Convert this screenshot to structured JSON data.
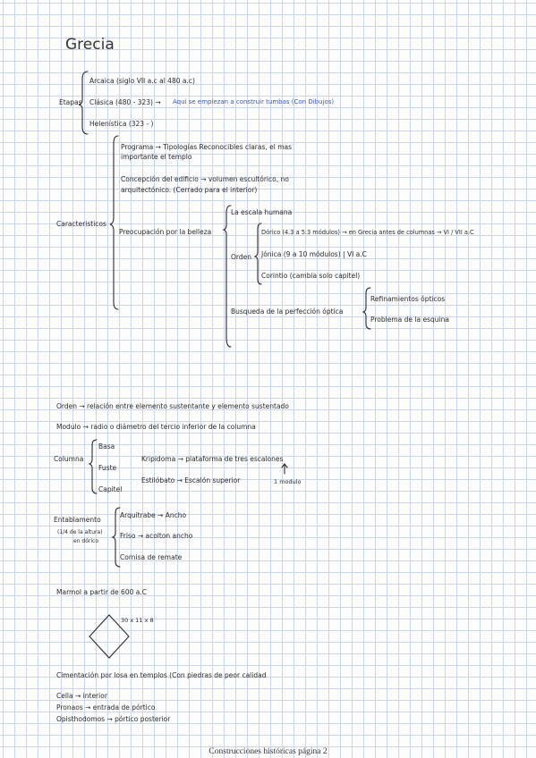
{
  "title": "Grecia",
  "etapas": {
    "label": "Etapas",
    "items": [
      "Arcaica (siglo VII a.c al 480 a.c)",
      "Clásica (480 - 323) →",
      "Helenística (323 - )"
    ],
    "clasica_note": "Aquí se empiezan a construir tumbas (Con Dibujos)"
  },
  "caracteristicos": {
    "label": "Caracteristicos",
    "programa": [
      "Programa → Tipologías Reconocibles claras, el mas",
      "importante el templo"
    ],
    "concepcion": [
      "Concepción del edificio → volumen escultórico, no",
      "arquitectónico. (Cerrado para el interior)"
    ],
    "preocupacion": "Preocupación por la belleza",
    "escala": "La escala humana",
    "orden_label": "Orden",
    "orden_items": [
      "Dórico (4.3 a 5.3 módulos) → en Grecia antes de columnas → VI / VII a.C",
      "Jónica (9 a 10 módulos) | VI a.C",
      "Corintio (cambia solo capitel)"
    ],
    "busqueda": "Busqueda de la perfección óptica",
    "busqueda_items": [
      "Refinamientos ópticos",
      "Problema de la esquina"
    ]
  },
  "definiciones": [
    "Orden → relación entre elemento sustentante y elemento sustentado",
    "Modulo → radio o diámetro del tercio inferior de la columna"
  ],
  "columna": {
    "label": "Columna",
    "parts": [
      "Basa",
      "Fuste",
      "Capitel"
    ],
    "kripidoma": "Kripidoma → plataforma de tres escalones",
    "estilobato": "Estilóbato → Escalón superior",
    "modulo_note": "1 modulo"
  },
  "entablamento": {
    "label": [
      "Entablamento",
      "(1/4 de la altura)",
      "en dórico"
    ],
    "items": [
      "Arquitrabe → Ancho",
      "Friso → acolton ancho",
      "Cornisa de remate"
    ]
  },
  "marmol": "Marmol a partir de 600 a.C",
  "diagram_note": "30 x 11 x 8",
  "cimentacion": "Cimentación por losa en templos (Con piedras de peor calidad",
  "glossary": [
    "Cella → interior",
    "Pronaos → entrada de pórtico",
    "Opisthodomos → pórtico posterior"
  ],
  "footer": "Construcciones históricas página 2"
}
